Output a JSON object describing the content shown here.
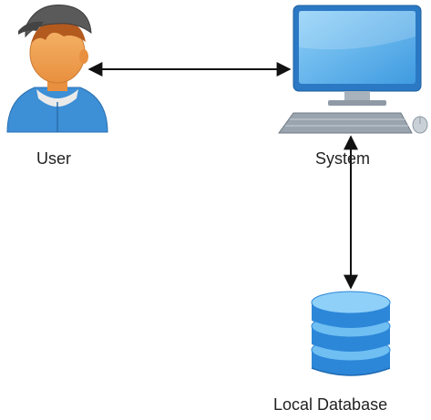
{
  "nodes": {
    "user": {
      "label": "User",
      "icon": "user-icon"
    },
    "system": {
      "label": "System",
      "icon": "desktop-computer-icon"
    },
    "database": {
      "label": "Local Database",
      "icon": "database-icon"
    }
  },
  "edges": [
    {
      "from": "user",
      "to": "system",
      "direction": "both"
    },
    {
      "from": "system",
      "to": "database",
      "direction": "both"
    }
  ],
  "colors": {
    "skin": "#f2a457",
    "hoodie": "#3d8fd6",
    "cap": "#5a5a5a",
    "monitor_frame": "#2b78c4",
    "screen": "#5fb4ee",
    "keyboard": "#8f9aa5",
    "db_blue": "#2d87d8",
    "db_light": "#6fbff3",
    "arrow": "#111111"
  }
}
